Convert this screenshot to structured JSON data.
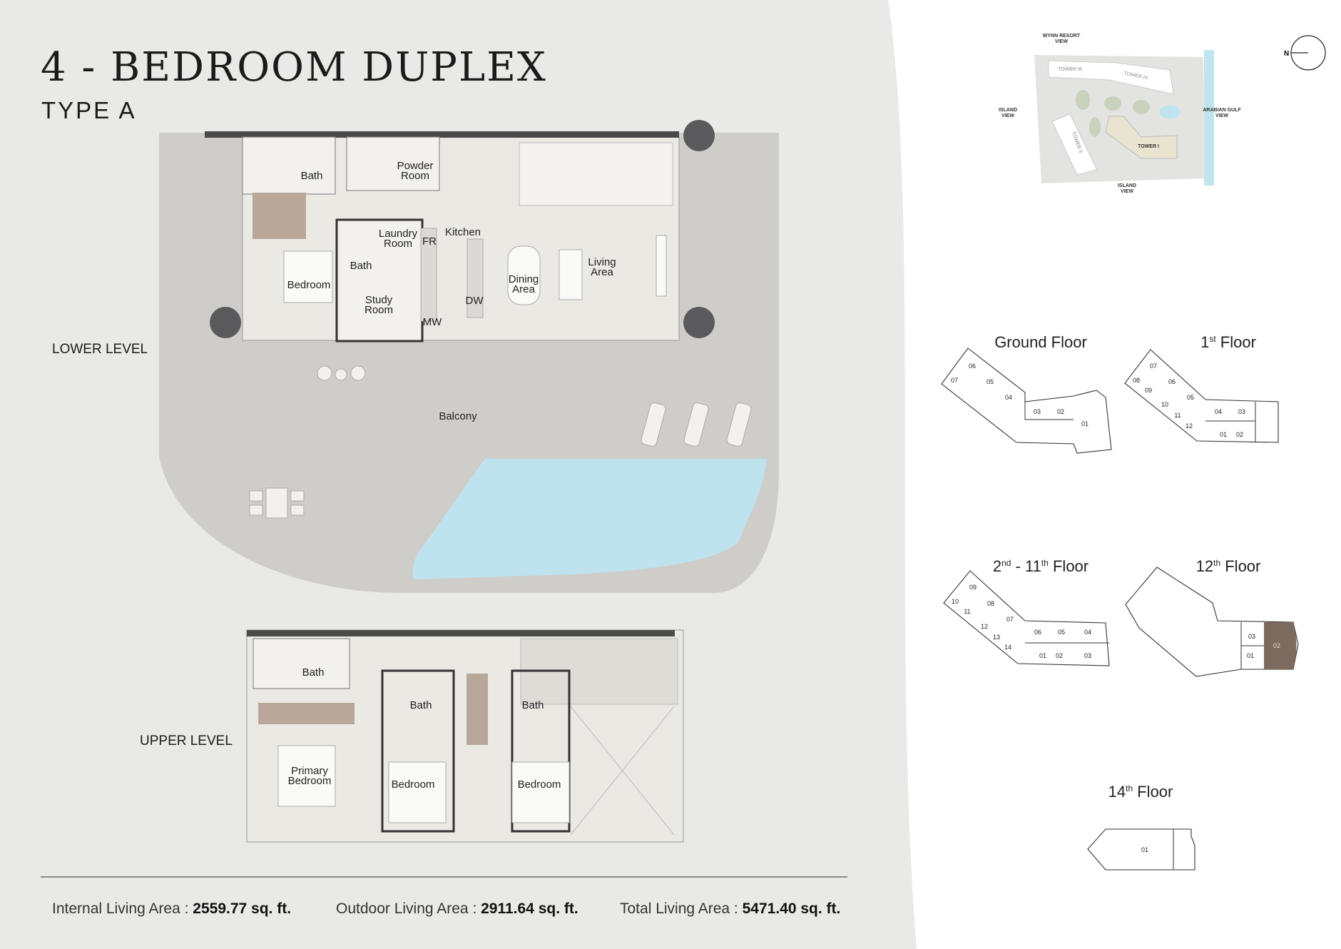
{
  "header": {
    "title": "4 - BEDROOM DUPLEX",
    "subtitle": "TYPE A"
  },
  "levels": {
    "lower": "LOWER LEVEL",
    "upper": "UPPER LEVEL"
  },
  "lower_rooms": {
    "bath1": "Bath",
    "powder1": "Powder",
    "powder2": "Room",
    "laundry1": "Laundry",
    "laundry2": "Room",
    "kitchen": "Kitchen",
    "fr": "FR",
    "bath2": "Bath",
    "bedroom": "Bedroom",
    "study1": "Study",
    "study2": "Room",
    "dining1": "Dining",
    "dining2": "Area",
    "living1": "Living",
    "living2": "Area",
    "dw": "DW",
    "mw": "MW",
    "balcony": "Balcony"
  },
  "upper_rooms": {
    "bath1": "Bath",
    "bath2": "Bath",
    "bath3": "Bath",
    "primary1": "Primary",
    "primary2": "Bedroom",
    "bedroom2": "Bedroom",
    "bedroom3": "Bedroom"
  },
  "areas": {
    "internal_label": "Internal Living Area : ",
    "internal_value": "2559.77 sq. ft.",
    "outdoor_label": "Outdoor Living Area : ",
    "outdoor_value": "2911.64 sq. ft.",
    "total_label": "Total Living Area : ",
    "total_value": "5471.40 sq. ft."
  },
  "site_plan": {
    "top": [
      "WYNN RESORT",
      "VIEW"
    ],
    "left": [
      "ISLAND",
      "VIEW"
    ],
    "right": [
      "ARABIAN GULF",
      "VIEW"
    ],
    "bottom": [
      "ISLAND",
      "VIEW"
    ],
    "towers": [
      "TOWER III",
      "TOWER IV",
      "TOWER II",
      "TOWER I"
    ],
    "compass": "N"
  },
  "floor_keys": {
    "ground": {
      "title": "Ground Floor",
      "units": [
        "06",
        "07",
        "05",
        "04",
        "03",
        "02",
        "01"
      ]
    },
    "first": {
      "title_num": "1",
      "title_sup": "st",
      "title_rest": " Floor",
      "units": [
        "07",
        "08",
        "06",
        "09",
        "05",
        "10",
        "11",
        "12",
        "04",
        "03",
        "01",
        "02"
      ]
    },
    "mid": {
      "a": "2",
      "a_sup": "nd",
      "b": " - 11",
      "b_sup": "th",
      "rest": " Floor",
      "units": [
        "09",
        "10",
        "08",
        "11",
        "07",
        "12",
        "13",
        "14",
        "06",
        "05",
        "04",
        "01",
        "02",
        "03"
      ]
    },
    "twelfth": {
      "num": "12",
      "sup": "th",
      "rest": " Floor",
      "units": [
        "03",
        "01",
        "02"
      ],
      "highlighted": "02"
    },
    "fourteenth": {
      "num": "14",
      "sup": "th",
      "rest": " Floor",
      "units": [
        "01"
      ]
    }
  },
  "colors": {
    "panel": "#e9eae7",
    "balcony": "#cfcdca",
    "interior": "#ebe9e4",
    "pool": "#bfe3ee",
    "wall": "#4a4a4a",
    "highlight": "#7d6b5f"
  }
}
